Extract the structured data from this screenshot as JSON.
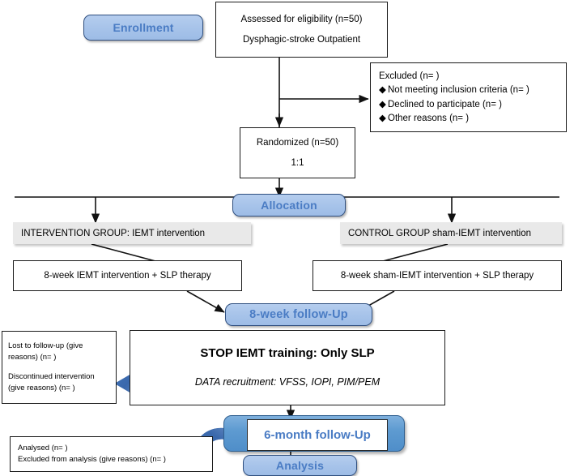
{
  "diagram": {
    "type": "consort-flow-diagram",
    "title": "CONSORT participant flow diagram",
    "colors": {
      "pill_fill": "#a8c4ea",
      "pill_border": "#2f4f7f",
      "pill_text": "#4a7cc4",
      "grey_bar_fill": "#e9e9e9",
      "blue_frame_fill": "#5e9bd1",
      "curved_arrow": "#3f6fb5",
      "line": "#111111"
    }
  },
  "stages": {
    "enrollment": "Enrollment",
    "allocation": "Allocation",
    "followup_8week": "8-week follow-Up",
    "followup_6month": "6-month follow-Up",
    "analysis": "Analysis"
  },
  "assessed": {
    "line1": "Assessed for eligibility (n=50)",
    "line2": "Dysphagic-stroke Outpatient"
  },
  "excluded": {
    "heading": "Excluded  (n=   )",
    "items": [
      "Not meeting inclusion criteria (n=   )",
      "Declined to participate (n=   )",
      "Other reasons (n=   )"
    ]
  },
  "randomized": {
    "line1": "Randomized (n=50)",
    "line2": "1:1"
  },
  "groups": {
    "intervention": {
      "header": "INTERVENTION GROUP:  IEMT intervention",
      "detail": "8-week IEMT intervention + SLP therapy"
    },
    "control": {
      "header": "CONTROL GROUP sham-IEMT intervention",
      "detail": "8-week sham-IEMT intervention + SLP therapy"
    }
  },
  "stop_box": {
    "title": "STOP IEMT training: Only SLP",
    "subtitle": "DATA recruitment: VFSS, IOPI, PIM/PEM"
  },
  "lost_box": {
    "line1": "Lost to follow-up (give",
    "line2": "reasons) (n=   )",
    "line3": "Discontinued intervention",
    "line4": "(give reasons) (n=   )"
  },
  "analysed_box": {
    "line1": "Analysed  (n=   )",
    "line2": "Excluded from analysis (give reasons) (n=   )"
  }
}
